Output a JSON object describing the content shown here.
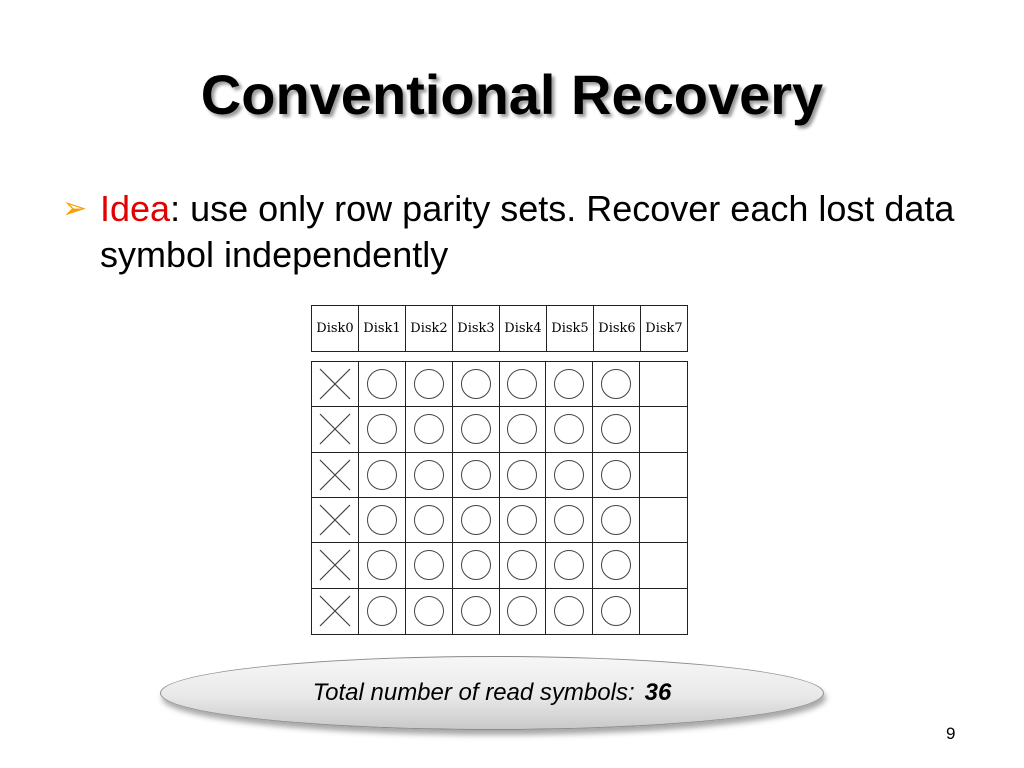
{
  "slide": {
    "title": "Conventional Recovery",
    "bullet": {
      "arrow_glyph": "➢",
      "keyword": "Idea",
      "text": ": use only row parity sets. Recover each lost data symbol independently"
    },
    "disks": [
      "Disk0",
      "Disk1",
      "Disk2",
      "Disk3",
      "Disk4",
      "Disk5",
      "Disk6",
      "Disk7"
    ],
    "grid": {
      "rows": 6,
      "cells_per_row": [
        "x",
        "o",
        "o",
        "o",
        "o",
        "o",
        "o",
        ""
      ]
    },
    "callout": {
      "label": "Total number of read symbols:",
      "value": "36"
    },
    "page_number": "9",
    "colors": {
      "keyword": "#e30000",
      "arrow": "#f5a000"
    }
  }
}
